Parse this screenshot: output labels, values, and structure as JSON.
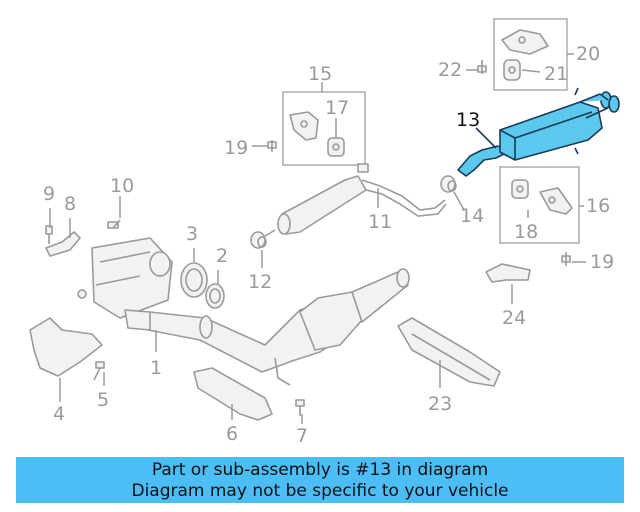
{
  "callouts": {
    "n1": "1",
    "n2": "2",
    "n3": "3",
    "n4": "4",
    "n5": "5",
    "n6": "6",
    "n7": "7",
    "n8": "8",
    "n9": "9",
    "n10": "10",
    "n11": "11",
    "n12": "12",
    "n13": "13",
    "n14": "14",
    "n15": "15",
    "n16": "16",
    "n17": "17",
    "n18": "18",
    "n19a": "19",
    "n19b": "19",
    "n20": "20",
    "n21": "21",
    "n22": "22",
    "n23": "23",
    "n24": "24"
  },
  "highlight_color": "#5bc8ee",
  "banner": {
    "line1": "Part or sub-assembly is #13 in diagram",
    "line2": "Diagram may not be specific to your vehicle",
    "background": "#4dbdf5"
  }
}
